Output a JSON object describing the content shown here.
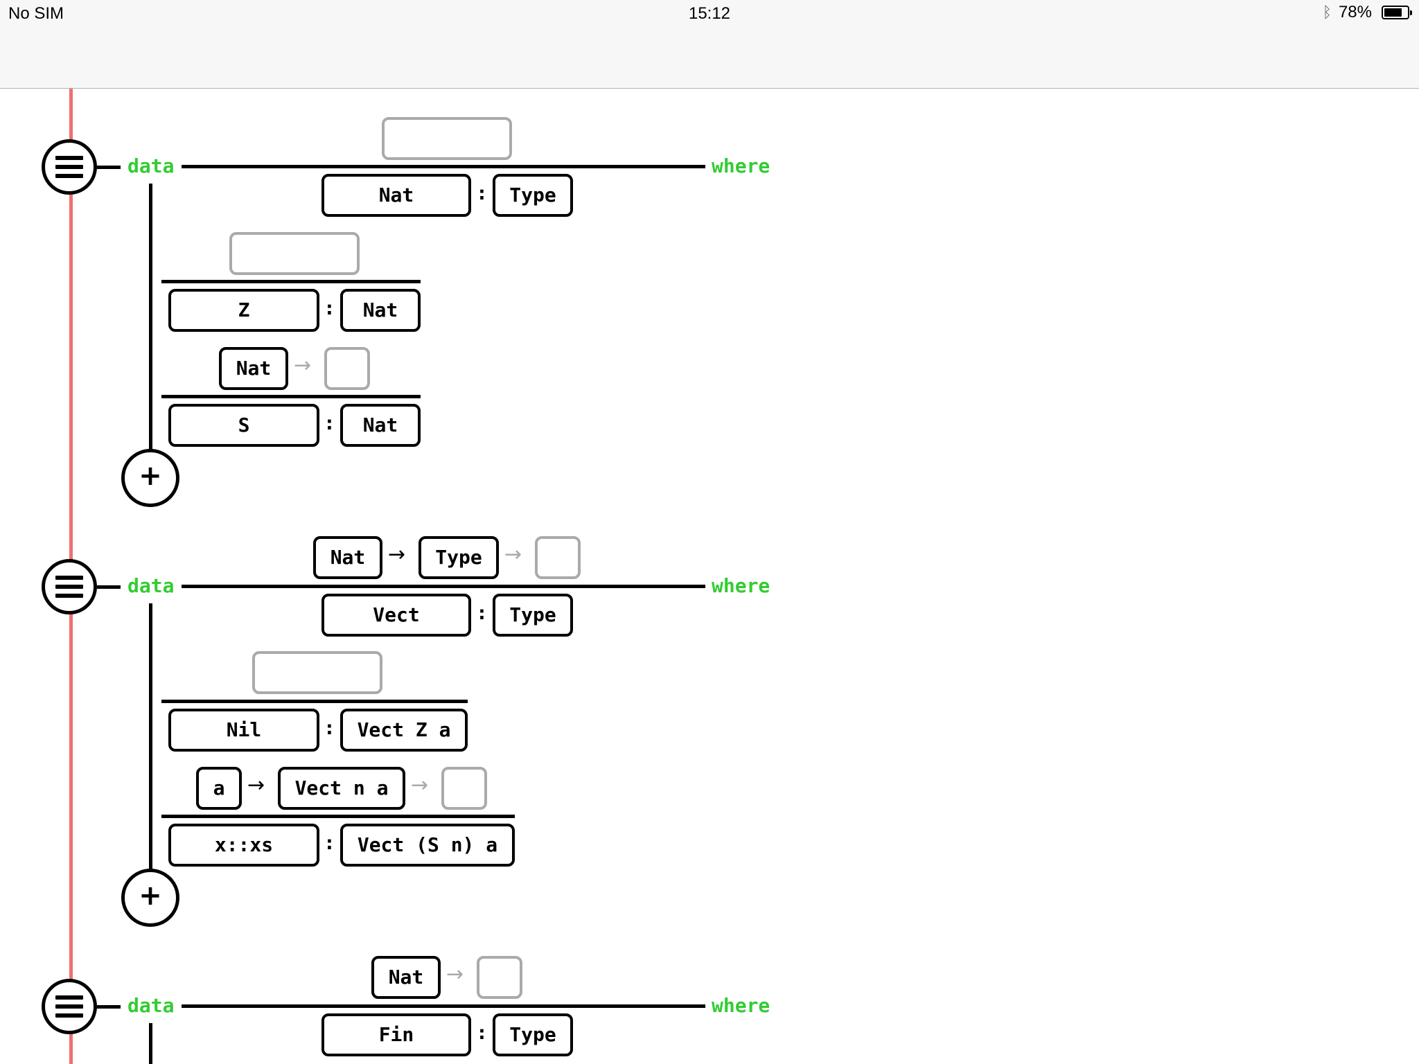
{
  "status_bar": {
    "carrier": "No SIM",
    "time": "15:12",
    "battery_percent": "78%",
    "battery_level": 0.78
  },
  "keywords": {
    "data": "data",
    "where": "where"
  },
  "glyphs": {
    "colon": ":",
    "arrow": "→",
    "add": "+"
  },
  "colors": {
    "keyword": "#33cc33",
    "timeline": "#f07070",
    "hole_border": "#aaaaaa"
  },
  "declarations": [
    {
      "signature": {
        "args": [],
        "name": "Nat",
        "type": "Type"
      },
      "constructors": [
        {
          "args": [],
          "name": "Z",
          "type": "Nat"
        },
        {
          "args": [
            "Nat"
          ],
          "name": "S",
          "type": "Nat"
        }
      ]
    },
    {
      "signature": {
        "args": [
          "Nat",
          "Type"
        ],
        "name": "Vect",
        "type": "Type"
      },
      "constructors": [
        {
          "args": [],
          "name": "Nil",
          "type": "Vect Z a"
        },
        {
          "args": [
            "a",
            "Vect n a"
          ],
          "name": "x::xs",
          "type": "Vect (S n) a"
        }
      ]
    },
    {
      "signature": {
        "args": [
          "Nat"
        ],
        "name": "Fin",
        "type": "Type"
      },
      "constructors": []
    }
  ]
}
